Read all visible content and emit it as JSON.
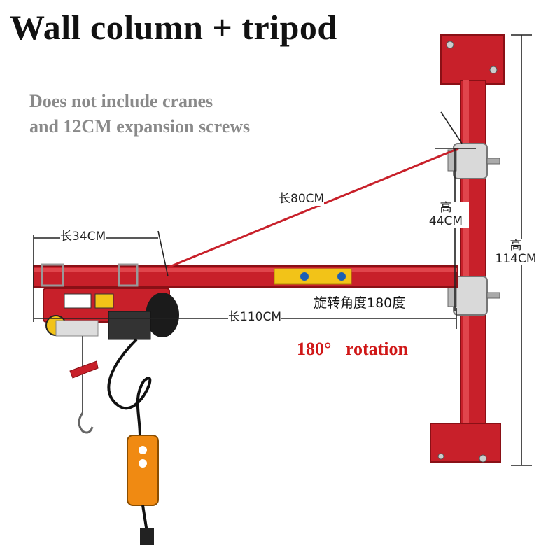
{
  "headline": "Wall column + tripod",
  "notice": {
    "line1": "Does not include cranes",
    "line2": "and 12CM expansion screws"
  },
  "dimensions": {
    "brace": "长80CM",
    "arm_short": "长34CM",
    "arm_total": "长110CM",
    "column_gap_cn": "高",
    "column_gap_val": "44CM",
    "column_total_cn": "高",
    "column_total_val": "114CM"
  },
  "rotation": {
    "cn": "旋转角度180度",
    "en": "180°   rotation"
  },
  "colors": {
    "frame_red": "#c8202a",
    "title_black": "#111111",
    "note_gray": "#8a8a8a",
    "rotation_red": "#d01818"
  }
}
